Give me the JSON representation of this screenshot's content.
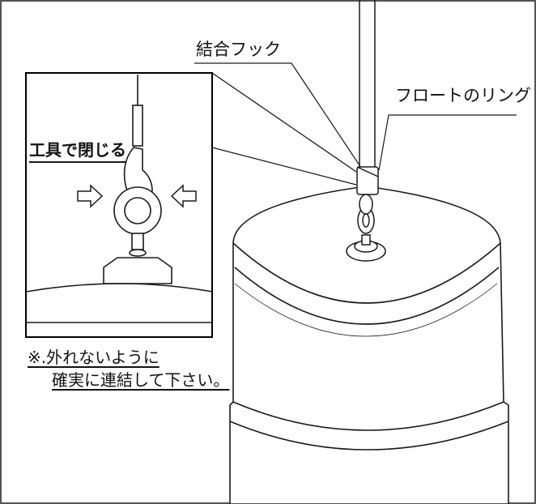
{
  "labels": {
    "hook": "結合フック",
    "float_ring": "フロートのリング",
    "close_with_tool": "工具で閉じる",
    "note_line1": "※.外れないように",
    "note_line2": "確実に連結して下さい。"
  },
  "colors": {
    "line": "#1a1a1a",
    "background": "#ffffff",
    "inset_border": "#000000"
  },
  "icons": {
    "left_arrow": "arrow-right-outline-icon",
    "right_arrow": "arrow-left-outline-icon"
  }
}
